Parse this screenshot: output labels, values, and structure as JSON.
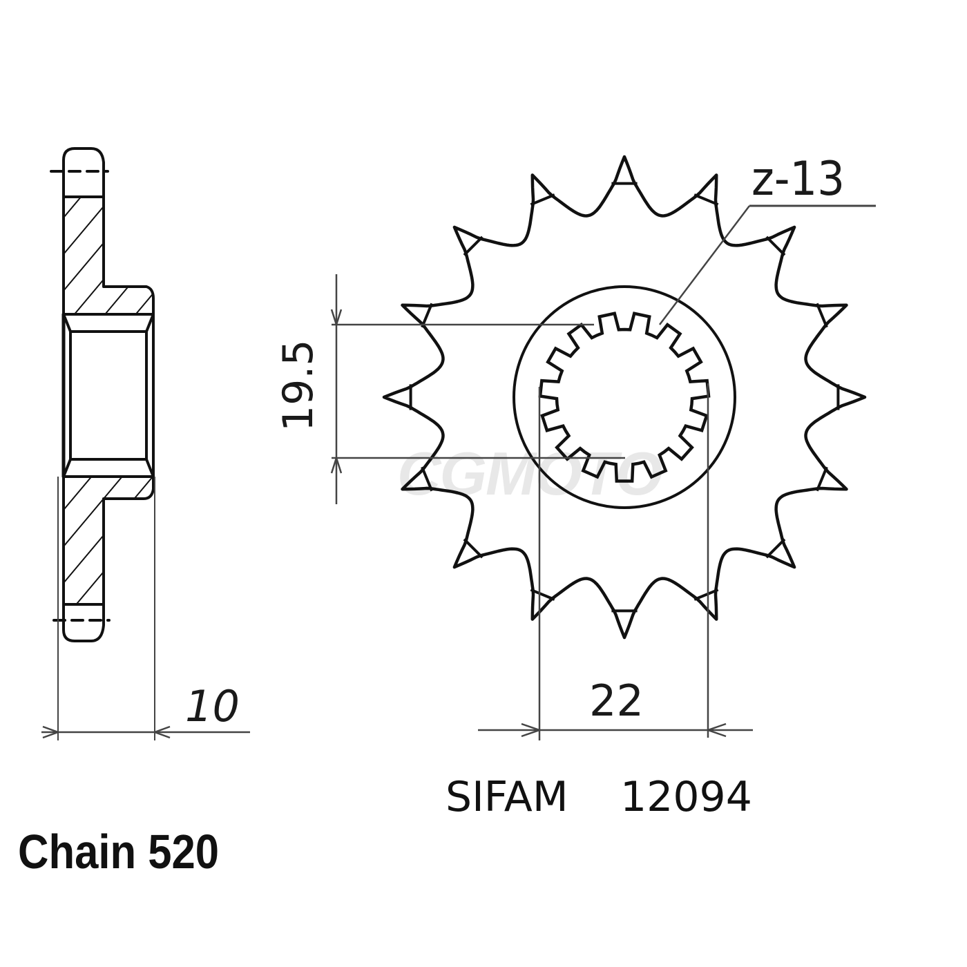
{
  "diagram": {
    "type": "technical-drawing",
    "subject": "front sprocket",
    "watermark": "CGMOTO",
    "side_view": {
      "thickness_dimension": "10"
    },
    "front_view": {
      "tooth_count_label": "z-13",
      "bore_depth_dimension": "19.5",
      "spline_width_dimension": "22",
      "outer_teeth": 16,
      "spline_teeth": 15
    },
    "caption": {
      "brand": "SIFAM",
      "part_number": "12094",
      "chain": "Chain 520"
    },
    "colors": {
      "line": "#111111",
      "dimension_line": "#555555",
      "background": "#ffffff",
      "watermark": "#e8e8e8"
    }
  }
}
